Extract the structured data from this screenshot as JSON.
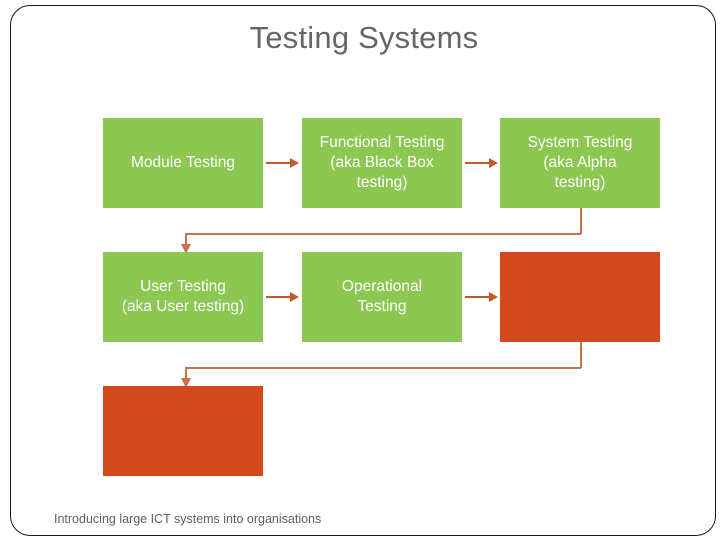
{
  "slide": {
    "title": "Testing Systems",
    "footer": "Introducing large ICT systems into organisations",
    "colors": {
      "green": "#8cc751",
      "orange": "#d1491c",
      "connector": "#c15a2b",
      "title_text": "#656565",
      "footer_text": "#5f5f5f",
      "node_text": "#ffffff",
      "frame_border": "#1a1a1a"
    }
  },
  "diagram": {
    "type": "flowchart",
    "rows": [
      {
        "nodes": [
          {
            "id": "module-testing",
            "label": "Module Testing",
            "style": "green"
          },
          {
            "id": "functional-testing",
            "label": "Functional Testing (aka Black Box testing)",
            "style": "green"
          },
          {
            "id": "system-testing",
            "label": "System Testing (aka Alpha testing)",
            "style": "green"
          }
        ]
      },
      {
        "nodes": [
          {
            "id": "user-testing",
            "label": "User Testing (aka User testing)",
            "style": "green"
          },
          {
            "id": "operational-testing",
            "label": "Operational Testing",
            "style": "green"
          },
          {
            "id": "blank-orange-1",
            "label": "",
            "style": "orange"
          }
        ]
      },
      {
        "nodes": [
          {
            "id": "blank-orange-2",
            "label": "",
            "style": "orange"
          }
        ]
      }
    ],
    "node_labels": {
      "module_testing": "Module Testing",
      "functional_testing_line1": "Functional Testing",
      "functional_testing_line2": "(aka Black Box",
      "functional_testing_line3": "testing)",
      "system_testing_line1": "System Testing",
      "system_testing_line2": "(aka Alpha",
      "system_testing_line3": "testing)",
      "user_testing_line1": "User Testing",
      "user_testing_line2": "(aka User testing)",
      "operational_testing_line1": "Operational",
      "operational_testing_line2": "Testing",
      "blank_orange_1": "",
      "blank_orange_2": ""
    },
    "connectors": [
      {
        "id": "module-to-functional",
        "kind": "arrow-right"
      },
      {
        "id": "functional-to-system",
        "kind": "arrow-right"
      },
      {
        "id": "system-to-user",
        "kind": "elbow-down-left"
      },
      {
        "id": "user-to-operational",
        "kind": "arrow-right"
      },
      {
        "id": "operational-to-orange1",
        "kind": "arrow-right"
      },
      {
        "id": "orange1-to-orange2",
        "kind": "elbow-down-left"
      }
    ]
  }
}
